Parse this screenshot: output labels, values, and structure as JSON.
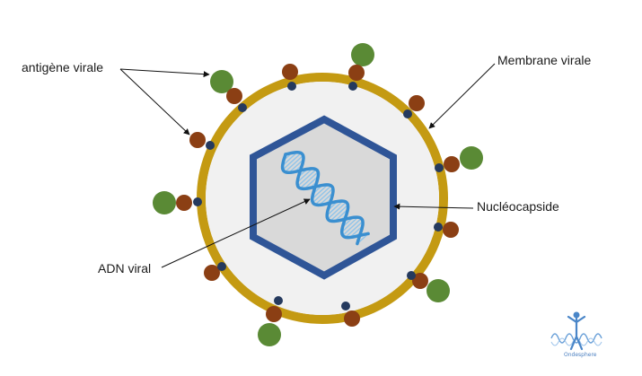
{
  "labels": {
    "antigen": "antigène virale",
    "membrane": "Membrane virale",
    "nucleocapsid": "Nucléocapside",
    "dna": "ADN viral"
  },
  "logo": {
    "text": "Ondesphere"
  },
  "colors": {
    "membrane": "#c49a12",
    "interior": "#f1f1f1",
    "capsid_fill": "#d9d9d9",
    "capsid_stroke": "#2f5597",
    "antigen_brown": "#8b3f14",
    "antigen_green": "#5a8a35",
    "anchor": "#253a5e",
    "dna": "#3a8fd0"
  }
}
